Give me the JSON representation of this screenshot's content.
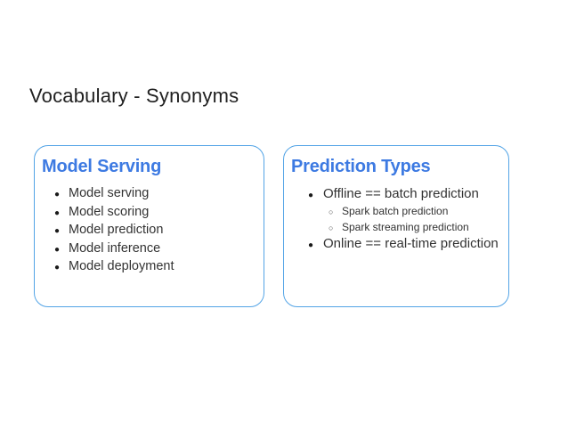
{
  "title": "Vocabulary - Synonyms",
  "icons": {
    "bullet_filled": "●",
    "bullet_open": "○"
  },
  "colors": {
    "card_border_blue": "#53a4e6",
    "heading_blue": "#3d7ae2",
    "body_text": "#333333",
    "title_text": "#212121",
    "background": "#ffffff"
  },
  "cards": [
    {
      "heading": "Model Serving",
      "items": [
        "Model serving",
        "Model scoring",
        "Model prediction",
        "Model inference",
        "Model deployment"
      ]
    },
    {
      "heading": "Prediction Types",
      "items": [
        {
          "text": "Offline == batch prediction",
          "sub": [
            "Spark batch prediction",
            "Spark streaming prediction"
          ]
        },
        {
          "text": "Online == real-time prediction",
          "sub": []
        }
      ]
    }
  ]
}
